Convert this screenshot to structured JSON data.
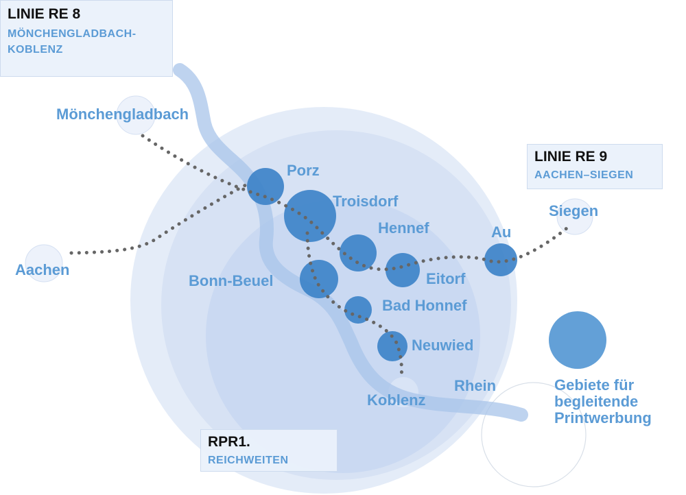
{
  "colors": {
    "accent": "#5b9bd5",
    "area": "#cfdcf2",
    "stop": "#3b82c8",
    "river": "#a8c4ea",
    "dots": "#666666"
  },
  "boxes": {
    "re8": {
      "title": "LINIE RE 8",
      "subtitle_1": "MÖNCHENGLADBACH-",
      "subtitle_2": "KOBLENZ"
    },
    "re9": {
      "title": "LINIE RE 9",
      "subtitle": "AACHEN–SIEGEN"
    },
    "rpr": {
      "title": "RPR1.",
      "subtitle": "REICHWEITEN"
    }
  },
  "places": {
    "moenchengladbach": "Mönchengladbach",
    "aachen": "Aachen",
    "porz": "Porz",
    "troisdorf": "Troisdorf",
    "hennef": "Hennef",
    "au": "Au",
    "siegen": "Siegen",
    "bonn_beuel": "Bonn-Beuel",
    "eitorf": "Eitorf",
    "bad_honnef": "Bad Honnef",
    "neuwied": "Neuwied",
    "koblenz": "Koblenz",
    "rhein": "Rhein"
  },
  "legend": {
    "line_1": "Gebiete für",
    "line_2": "begleitende",
    "line_3": "Printwerbung",
    "icon": "filled-circle-icon"
  }
}
